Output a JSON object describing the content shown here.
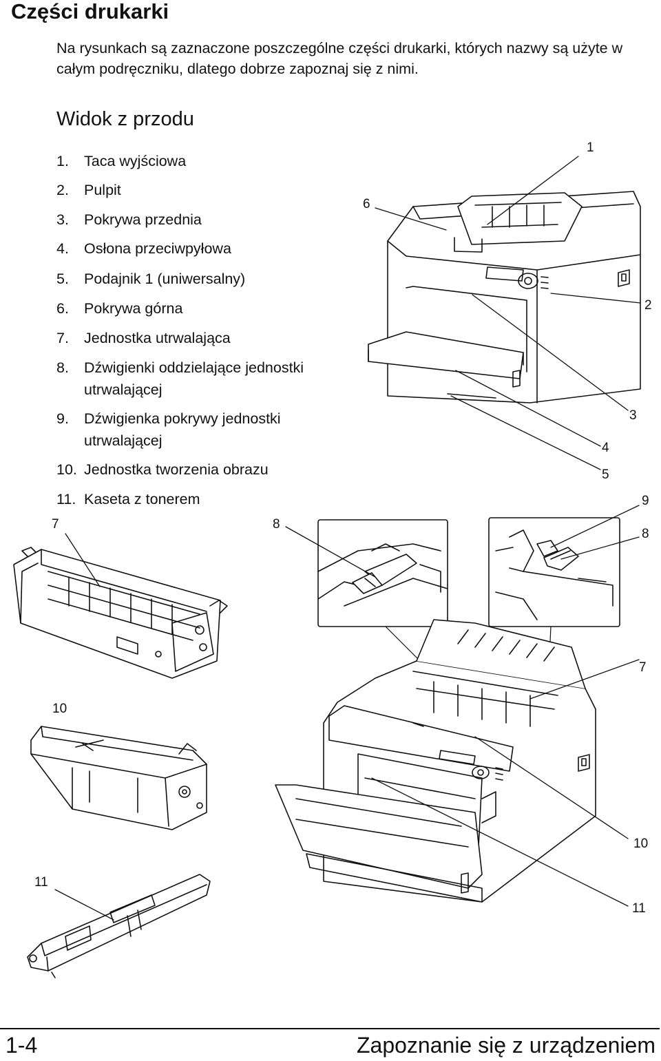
{
  "page": {
    "title": "Części drukarki",
    "intro": "Na rysunkach są zaznaczone poszczególne części drukarki, których nazwy są użyte w całym podręczniku, dlatego dobrze zapoznaj się z nimi.",
    "section_title": "Widok z przodu"
  },
  "parts": [
    {
      "num": "1.",
      "label": "Taca wyjściowa"
    },
    {
      "num": "2.",
      "label": "Pulpit"
    },
    {
      "num": "3.",
      "label": "Pokrywa przednia"
    },
    {
      "num": "4.",
      "label": "Osłona przeciwpyłowa"
    },
    {
      "num": "5.",
      "label": "Podajnik 1 (uniwersalny)"
    },
    {
      "num": "6.",
      "label": "Pokrywa górna"
    },
    {
      "num": "7.",
      "label": "Jednostka utrwalająca"
    },
    {
      "num": "8.",
      "label": "Dźwigienki oddzielające jednostki utrwalającej"
    },
    {
      "num": "9.",
      "label": "Dźwigienka pokrywy jednostki utrwalającej"
    },
    {
      "num": "10.",
      "label": "Jednostka tworzenia obrazu"
    },
    {
      "num": "11.",
      "label": "Kaseta z tonerem"
    }
  ],
  "callouts": {
    "top_1": "1",
    "top_2": "2",
    "top_3": "3",
    "top_4": "4",
    "top_5": "5",
    "top_6": "6",
    "fuser_7": "7",
    "detail_8": "8",
    "detail_9": "9",
    "detail_8b": "8",
    "open_7": "7",
    "imaging_10": "10",
    "open_10": "10",
    "toner_11": "11",
    "open_11": "11"
  },
  "footer": {
    "page_number": "1-4",
    "chapter": "Zapoznanie się z urządzeniem"
  }
}
